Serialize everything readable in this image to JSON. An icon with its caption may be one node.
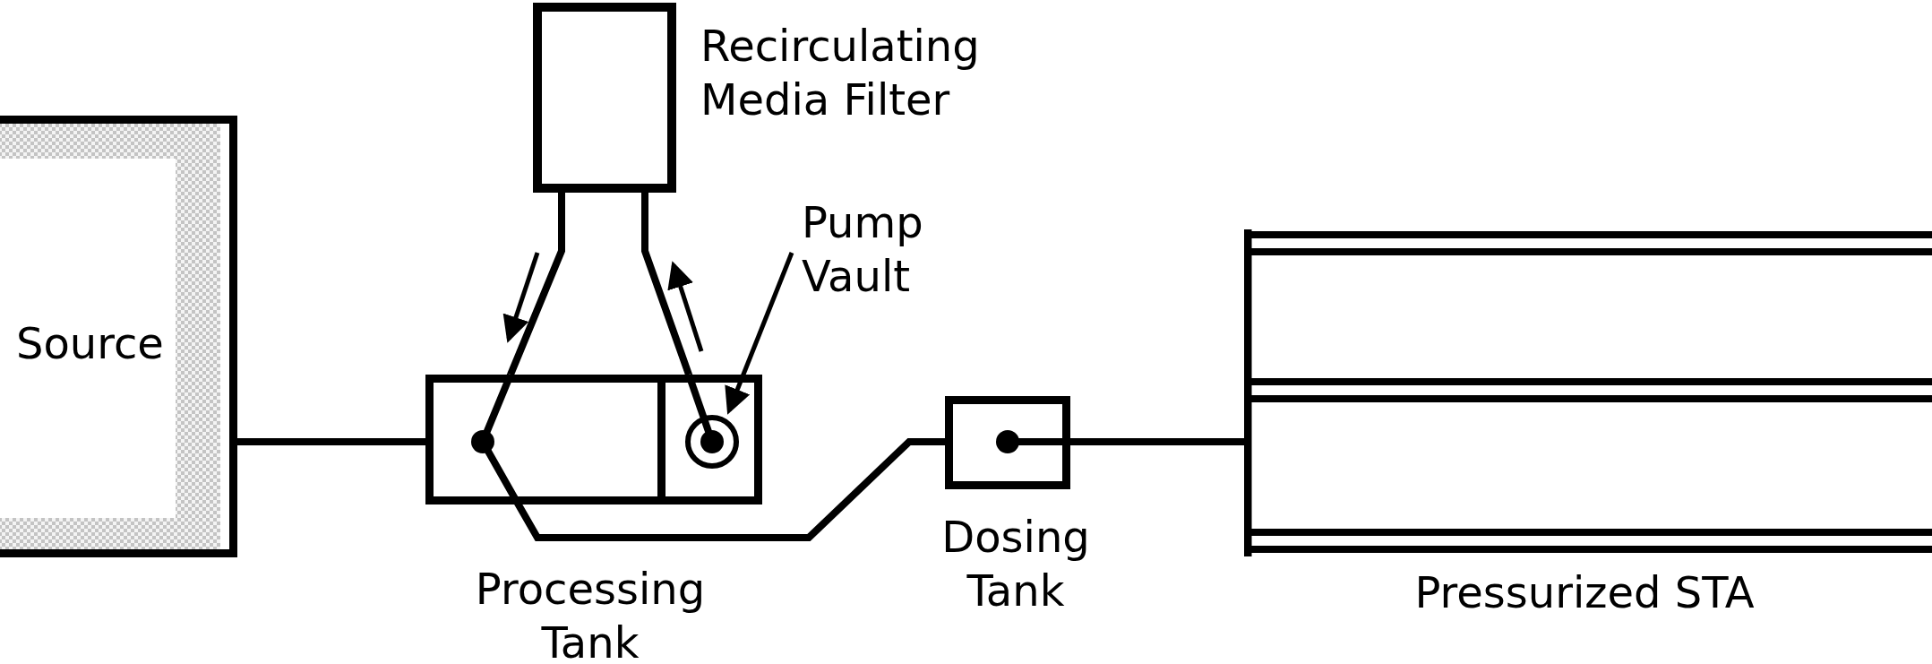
{
  "diagram": {
    "nodes": [
      {
        "text": [
          "Source"
        ]
      },
      {
        "text": [
          "Recirculating Media Filter"
        ]
      },
      {
        "text": [
          "Processing Tank"
        ]
      },
      {
        "text": [
          "Pump Vault"
        ]
      },
      {
        "text": [],
        "shape": "box",
        "in": 2
      },
      {
        "text": [
          "Dosing Tank"
        ]
      },
      {
        "text": [
          "Pressurized STA"
        ]
      }
    ],
    "edges": [
      {
        "from": 0,
        "to": 2,
        "arrow": "none"
      },
      {
        "from": 1,
        "to": 2,
        "arrow": "none"
      },
      {
        "from": 4,
        "to": 1,
        "arrow": "none"
      },
      {
        "from": 2,
        "to": 5,
        "arrow": "none"
      },
      {
        "from": 5,
        "to": 6,
        "arrow": "none"
      },
      {
        "from": 3,
        "to": 4,
        "arrow": "to"
      }
    ]
  }
}
